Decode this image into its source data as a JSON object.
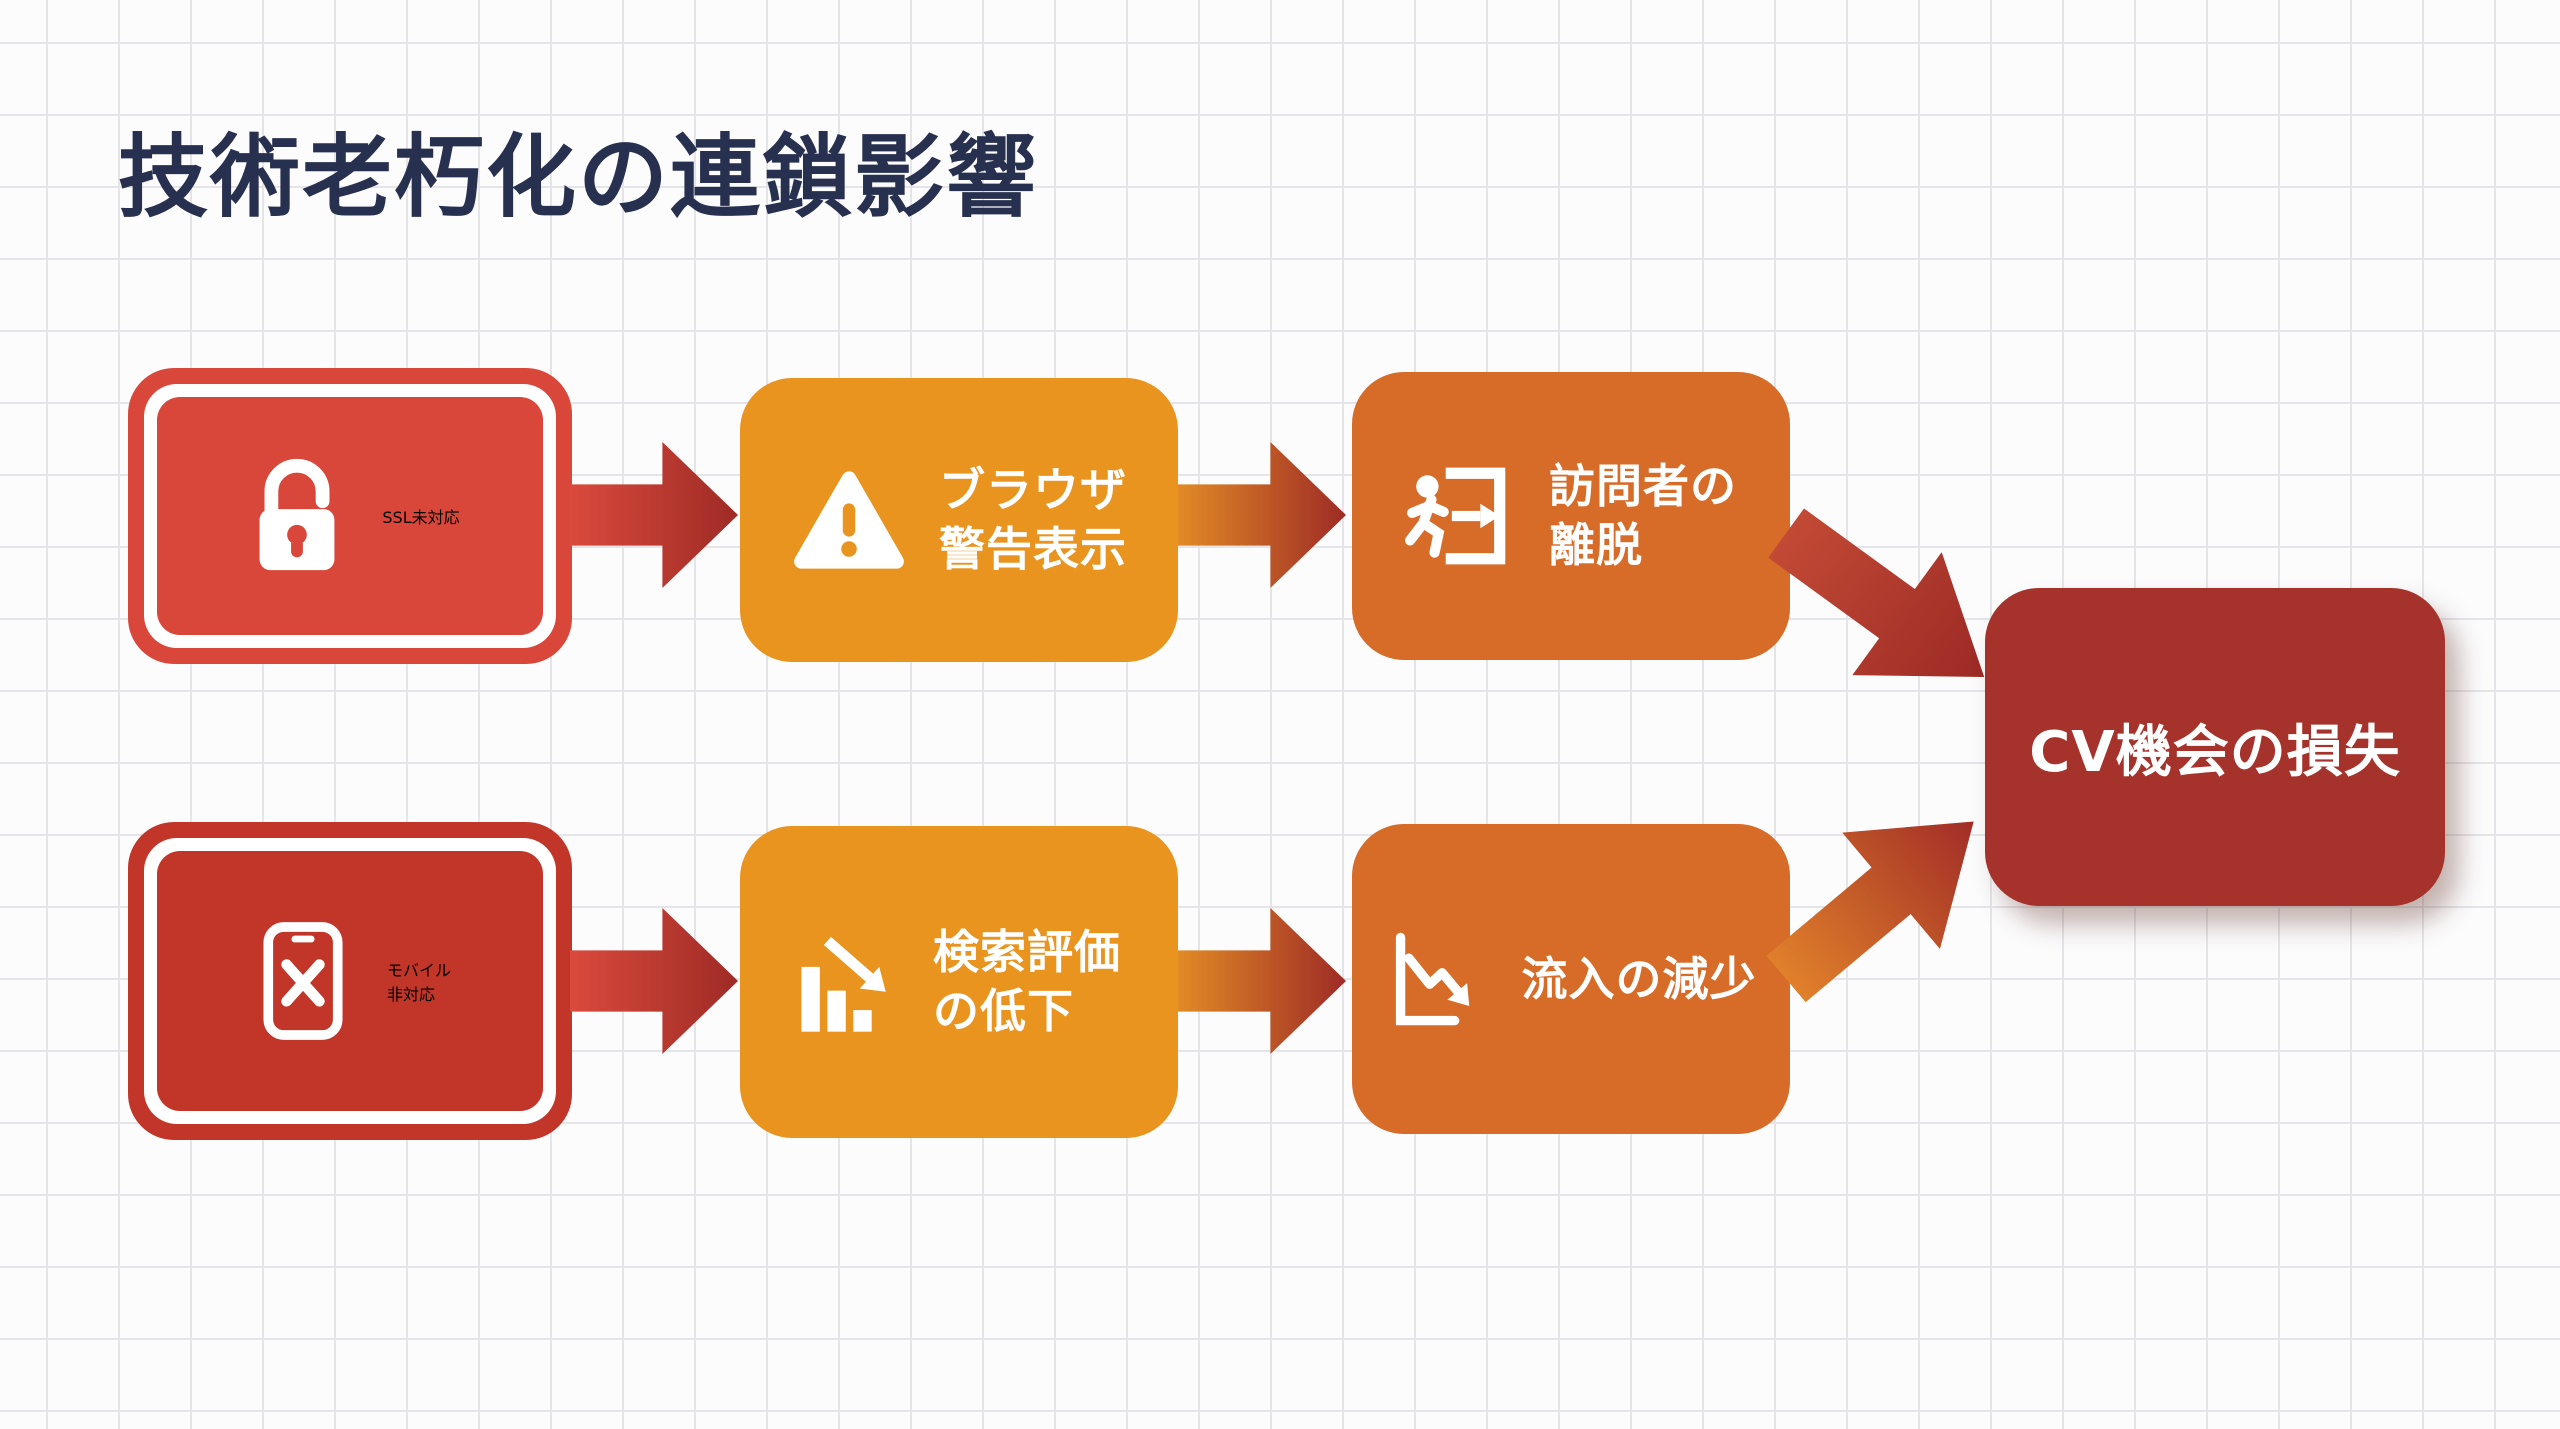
{
  "title": "技術老朽化の連鎖影響",
  "colors": {
    "title_navy": "#28304F",
    "bright_red": "#D8473A",
    "dark_red": "#C23529",
    "orange": "#E8941E",
    "burnt_orange": "#D76C29",
    "brick_red_result": "#A5322B",
    "arrow_red_start": "#DA4A3C",
    "arrow_orange_start": "#E18A26",
    "arrow_dark_end": "#9E2B26",
    "grid_line": "#E5E5E9",
    "box_text": "#FFFFFF"
  },
  "flow": {
    "rows": [
      {
        "boxes": [
          {
            "icon": "unlocked-padlock-icon",
            "lines": [
              "SSL未対応"
            ]
          },
          {
            "icon": "warning-triangle-icon",
            "lines": [
              "ブラウザ",
              "警告表示"
            ]
          },
          {
            "icon": "exit-runner-icon",
            "lines": [
              "訪問者の",
              "離脱"
            ]
          }
        ]
      },
      {
        "boxes": [
          {
            "icon": "phone-x-icon",
            "lines": [
              "モバイル",
              "非対応"
            ]
          },
          {
            "icon": "declining-bars-icon",
            "lines": [
              "検索評価",
              "の低下"
            ]
          },
          {
            "icon": "declining-line-chart-icon",
            "lines": [
              "流入の減少"
            ]
          }
        ]
      }
    ],
    "result": {
      "label": "CV機会の損失"
    }
  }
}
